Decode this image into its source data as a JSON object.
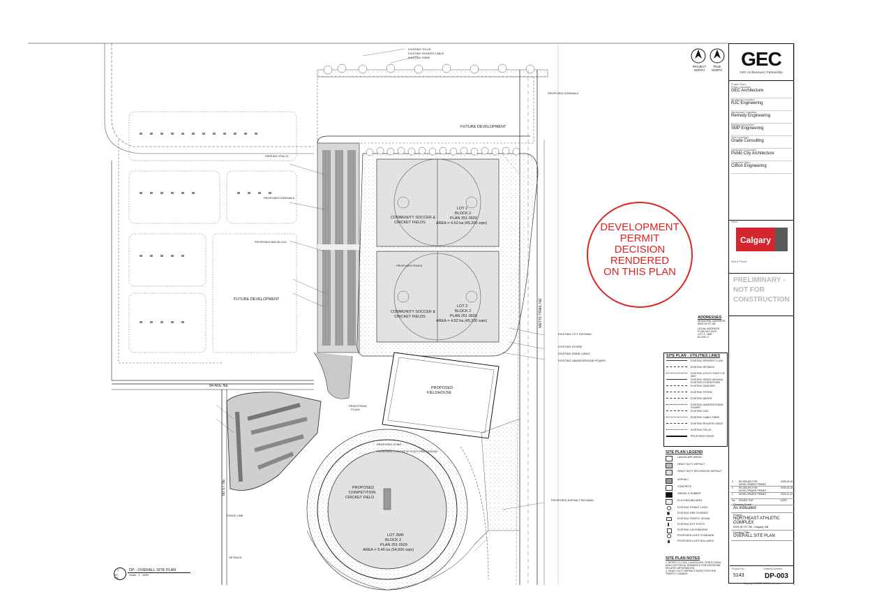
{
  "firm": {
    "logo_text": "GEC",
    "tagline": "GEC Architecture | Partnership"
  },
  "north": {
    "project": "PROJECT NORTH",
    "true": "TRUE NORTH"
  },
  "project_team_label": "Project Team:",
  "consultants": [
    {
      "role": "Prime Consultant",
      "name": "GEC Architecture"
    },
    {
      "role": "Structural Consultant",
      "name": "RJC Engineering"
    },
    {
      "role": "Mechanical Consultant",
      "name": "Remedy Engineering"
    },
    {
      "role": "Electrical Consultant",
      "name": "SMP Engineering"
    },
    {
      "role": "Civil Consultant",
      "name": "Grade Consulting"
    },
    {
      "role": "Landscape Consultant",
      "name": "Public City Architecture"
    },
    {
      "role": "Consultant Other",
      "name": "Clifton Engineering"
    }
  ],
  "client": {
    "label": "Client:",
    "name": "Calgary"
  },
  "seal_label": "Seal & Permit:",
  "preliminary": "PRELIMINARY - NOT FOR CONSTRUCTION",
  "stamp": [
    "DEVELOPMENT",
    "PERMIT",
    "DECISION",
    "RENDERED",
    "ON THIS PLAN"
  ],
  "addresses": {
    "heading": "ADDRESSES",
    "municipal_label": "MUNICIPAL ADDRESS",
    "municipal": "5000 60 ST NE",
    "legal_label": "LEGAL ADDRESS",
    "legal": [
      "PLAN 251 0929",
      "LOT 2, 2MR",
      "BLOCK 2"
    ]
  },
  "utilities_legend": {
    "title": "SITE PLAN - UTILITIES LINES",
    "items": [
      "EXISTING PROPERTY LINE",
      "EXISTING SETBACK",
      "EXISTING UTILITY RIGHT OF WAY",
      "EXISTING FENCE AROUND EXISTING STORM POND",
      "EXISTING SANITARY",
      "EXISTING STORM",
      "EXISTING WATER",
      "EXISTING UNDERGROUND POWER",
      "EXISTING GAS",
      "EXISTING CABLE FIBRE",
      "EXISTING ROGERS CABLE",
      "EXISTING TELUS",
      "PROPOSED FENCE"
    ]
  },
  "site_legend": {
    "title": "SITE PLAN LEGEND",
    "items": [
      "LANDSCAPE AREAS",
      "HEAVY DUTY ASPHALT",
      "HEAVY DUTY DECORATIVE ASPHALT",
      "ASPHALT",
      "CONCRETE",
      "GRAVEL & RUBBER",
      "PLAYGROUND AREA",
      "EXISTING STREET LIGHT",
      "EXISTING FIRE HYDRANT",
      "EXISTING TRAFFIC SIGNAL",
      "EXISTING EXIT POSTS",
      "EXISTING CATCHBASINS",
      "PROPOSED LIGHT STANDARD",
      "PROPOSED LIGHT BOLLARDS"
    ]
  },
  "notes": {
    "title": "SITE PLAN NOTES",
    "items": [
      "1. REFER TO CIVIL, LANDSCAPE, STRUCTURAL AND ELECTRICAL DRAWINGS FOR DISCIPLINE RELATED INFORMATION.",
      "2. HEAVY DUTY ASPHALT RATED FOR FIRE TRAFFIC LOADING"
    ]
  },
  "revisions": [
    {
      "no": "3",
      "desc": "RE-ISSUED FOR DEVELOPMENT PERMIT",
      "date": "2025-05-02"
    },
    {
      "no": "2",
      "desc": "RE-ISSUED FOR DEVELOPMENT PERMIT",
      "date": "2025-03-25"
    },
    {
      "no": "1",
      "desc": "DEVELOPMENT PERMIT",
      "date": "2024-11-22"
    },
    {
      "no": "No.",
      "desc": "ISSUED FOR",
      "date": "DATE"
    }
  ],
  "drawing": {
    "scale_label": "Drawing Scale:",
    "scale": "As indicated",
    "project_label": "Project:",
    "project": "NORTHEAST ATHLETIC COMPLEX",
    "address": "5000 60 ST NE, Calgary, AB",
    "title_label": "Drawing Title:",
    "title": "OVERALL SITE PLAN",
    "project_no_label": "Project No.:",
    "project_no": "5143",
    "drawing_no_label": "Drawing Number:",
    "drawing_no": "DP-003",
    "copyright": "Copyright © 2025 GEC Architecture"
  },
  "view": {
    "number": "1",
    "sheet": "DP-003",
    "title": "DP - OVERALL SITE PLAN",
    "scale": "Scale : 1 : 1000"
  },
  "plan_labels": {
    "field1": [
      "COMMUNITY SOCCER &",
      "CRICKET FIELDS"
    ],
    "lot1": [
      "LOT 2",
      "BLOCK 2",
      "PLAN 251 0929",
      "AREA = 4.52 ha (45,200 sqm)"
    ],
    "field2": [
      "COMMUNITY SOCCER &",
      "CRICKET FIELDS"
    ],
    "lot2": [
      "LOT 2",
      "BLOCK 2",
      "PLAN 251 0929",
      "AREA = 4.52 ha (45,200 sqm)"
    ],
    "fieldhouse": [
      "PROPOSED",
      "FIELDHOUSE"
    ],
    "cricket": [
      "PROPOSED",
      "COMPETITION",
      "CRICKET FIELD"
    ],
    "lot3": [
      "LOT 2MR",
      "BLOCK 2",
      "PLAN 251 0929",
      "AREA = 9.46 ha (94,600 sqm)"
    ],
    "future_dev": "FUTURE DEVELOPMENT",
    "future_dev2": "FUTURE DEVELOPMENT",
    "metis_trail": "METIS TRAIL NE",
    "ave84": "84 AVE NE",
    "st60": "60 ST NE",
    "pedestrian": [
      "PEDESTRIAN",
      "PLAZA"
    ],
    "proposed_fence": "PROPOSED FENCE"
  }
}
